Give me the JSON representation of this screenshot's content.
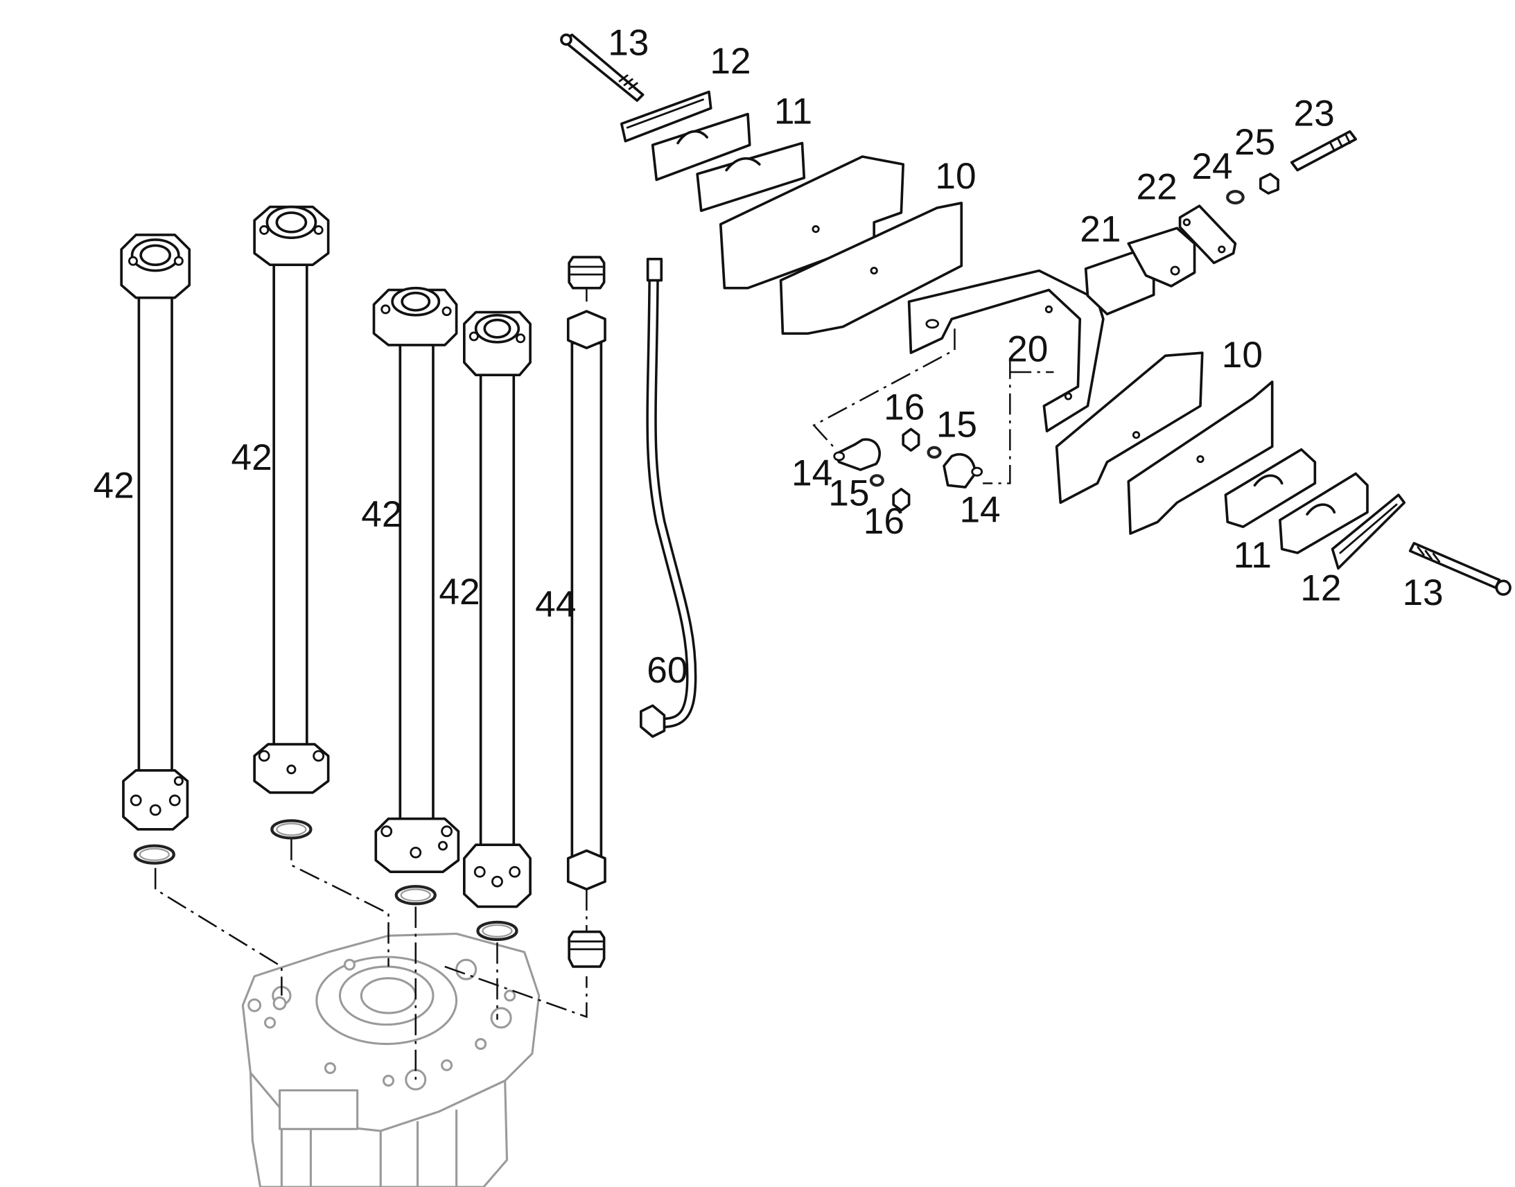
{
  "colors": {
    "ink": "#111111",
    "ghost": "#9a9a9a",
    "paper": "#ffffff"
  },
  "callouts": {
    "pipe_a": "42",
    "pipe_b": "42",
    "pipe_c": "42",
    "pipe_d": "42",
    "pipe_e": "44",
    "hose": "60",
    "bracket_upper": "10",
    "bracket_lower": "10",
    "clamp_half_upper": "11",
    "clamp_half_lower": "11",
    "cover_plate_upper": "12",
    "cover_plate_lower": "12",
    "bolt_upper": "13",
    "bolt_lower": "13",
    "p_clamp_left": "14",
    "p_clamp_right": "14",
    "washer_left": "15",
    "washer_right": "15",
    "nut_left": "16",
    "nut_right": "16",
    "bracket_main": "20",
    "clamp_small": "21",
    "plate_small": "22",
    "bolt_small": "23",
    "washer_small": "24",
    "nut_small": "25"
  }
}
